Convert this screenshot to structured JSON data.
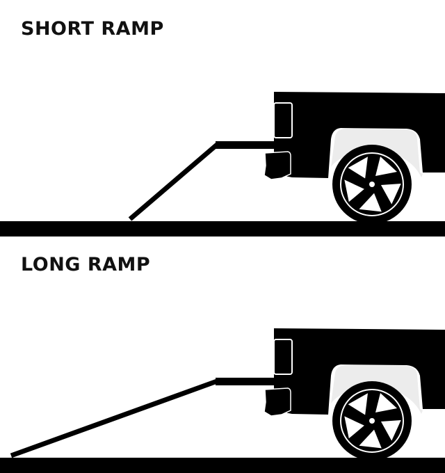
{
  "panels": [
    {
      "title": "SHORT RAMP",
      "ramp_type": "short"
    },
    {
      "title": "LONG RAMP",
      "ramp_type": "long"
    }
  ],
  "colors": {
    "ink": "#000000",
    "fender": "#ececec",
    "background": "#ffffff"
  }
}
